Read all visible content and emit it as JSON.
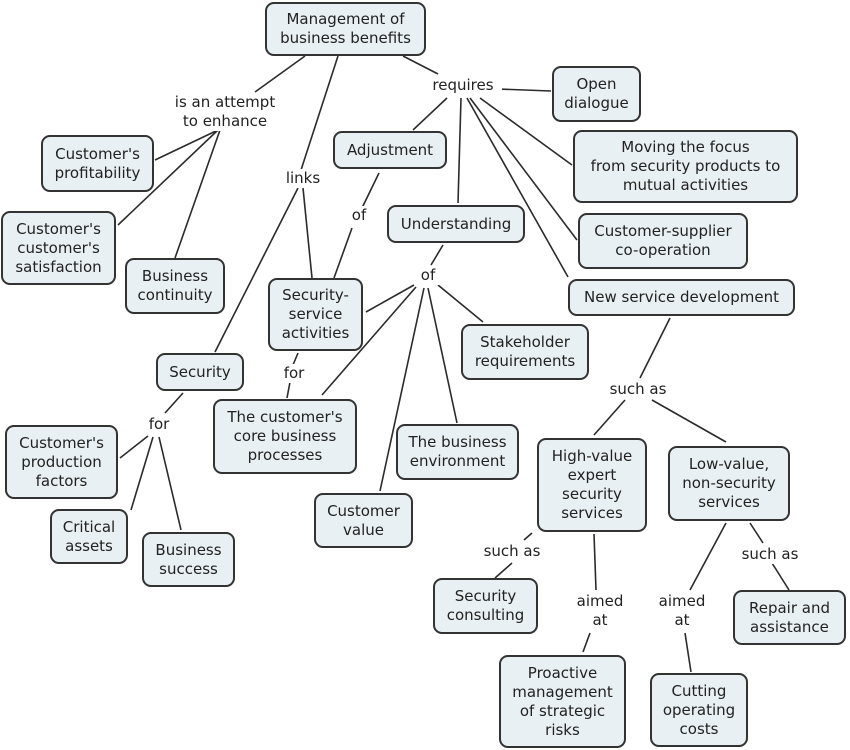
{
  "concept_map": {
    "nodes": {
      "root": "Management of\nbusiness benefits",
      "open_dialogue": "Open\ndialogue",
      "moving_focus": "Moving the focus\nfrom security products to\nmutual activities",
      "cust_supplier": "Customer-supplier\nco-operation",
      "new_service": "New service development",
      "adjustment": "Adjustment",
      "understanding": "Understanding",
      "cust_profit": "Customer's\nprofitability",
      "cust_cust_sat": "Customer's\ncustomer's\nsatisfaction",
      "biz_continuity": "Business\ncontinuity",
      "sec_service": "Security-\nservice\nactivities",
      "security": "Security",
      "stakeholder": "Stakeholder\nrequirements",
      "core_processes": "The customer's\ncore business\nprocesses",
      "biz_env": "The business\nenvironment",
      "cust_value": "Customer\nvalue",
      "prod_factors": "Customer's\nproduction\nfactors",
      "critical_assets": "Critical\nassets",
      "biz_success": "Business\nsuccess",
      "high_value": "High-value\nexpert\nsecurity\nservices",
      "low_value": "Low-value,\nnon-security\nservices",
      "sec_consulting": "Security\nconsulting",
      "proactive": "Proactive\nmanagement\nof strategic\nrisks",
      "cutting_costs": "Cutting\noperating\ncosts",
      "repair": "Repair and\nassistance"
    },
    "links": {
      "attempt": "is an attempt\nto enhance",
      "requires": "requires",
      "links": "links",
      "of_adjust": "of",
      "of_understand": "of",
      "for_sec_service": "for",
      "for_security": "for",
      "such_as_new": "such as",
      "such_as_high": "such as",
      "such_as_low": "such as",
      "aimed_high": "aimed\nat",
      "aimed_low": "aimed\nat"
    }
  }
}
